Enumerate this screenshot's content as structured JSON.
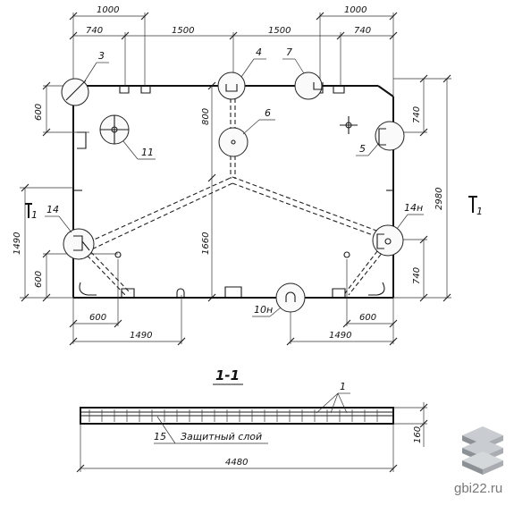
{
  "dimensions": {
    "top_1000_left": "1000",
    "top_1000_right": "1000",
    "top_740_left": "740",
    "top_1500_left": "1500",
    "top_1500_right": "1500",
    "top_740_right": "740",
    "left_600_top": "600",
    "left_1490": "1490",
    "left_600_bottom": "600",
    "center_800": "800",
    "center_1660": "1660",
    "right_740_top": "740",
    "right_2980": "2980",
    "right_740_bottom": "740",
    "bottom_600_left": "600",
    "bottom_1490_left": "1490",
    "bottom_600_right": "600",
    "bottom_1490_right": "1490",
    "section_length": "4480",
    "section_height": "160"
  },
  "callouts": [
    "3",
    "4",
    "7",
    "6",
    "11",
    "5",
    "14",
    "14н",
    "10н"
  ],
  "section": {
    "title": "1-1",
    "marker": "1",
    "label_1": "1",
    "label_15": "15",
    "note": "Защитный слой"
  },
  "watermark": "gbi22.ru",
  "brand_color": "#9aa0a6"
}
